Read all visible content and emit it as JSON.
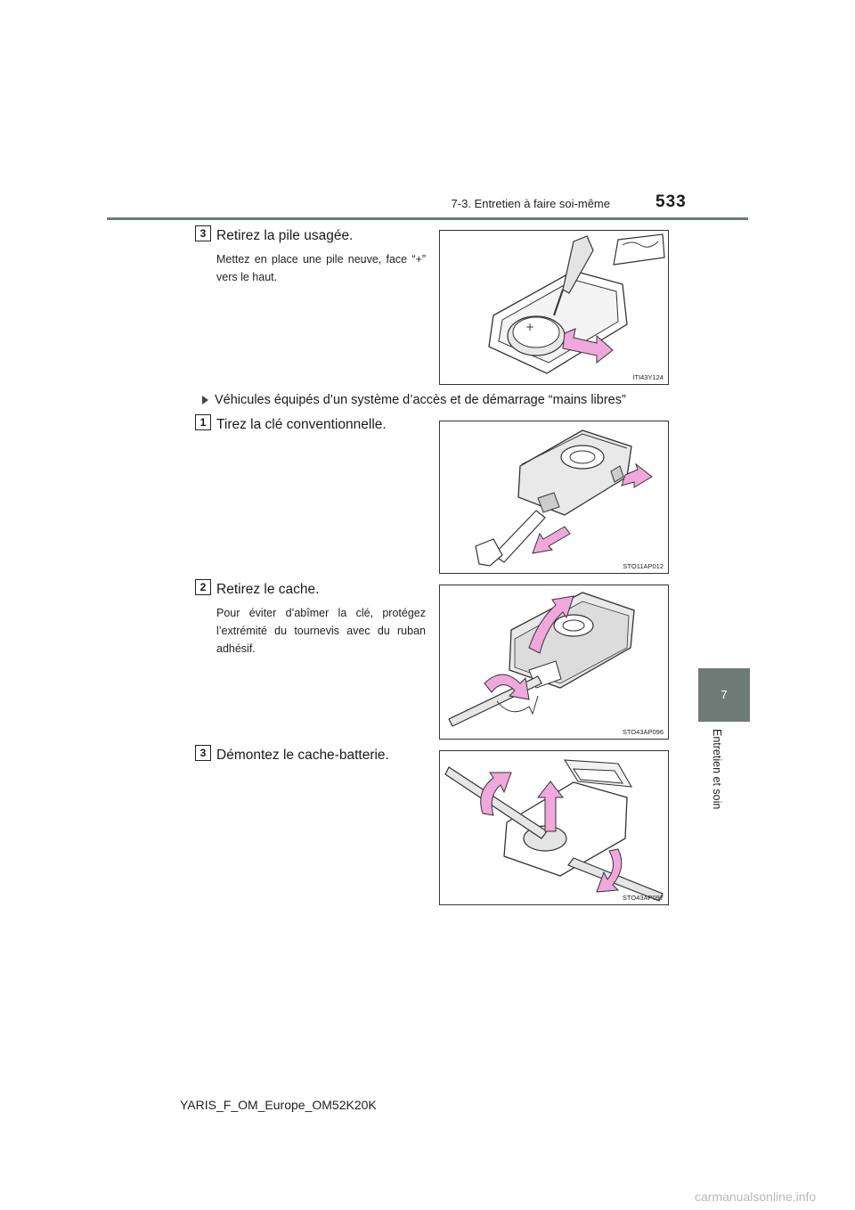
{
  "header": {
    "section": "7-3. Entretien à faire soi-même",
    "page_number": "533"
  },
  "side_tab": {
    "chapter": "7",
    "label": "Entretien et soin"
  },
  "steps": [
    {
      "num": "3",
      "title": "Retirez la pile usagée.",
      "note": "Mettez en place une pile neuve, face “+” vers le haut.",
      "figure_code": "ITI43Y124"
    },
    {
      "num": "1",
      "title": "Tirez la clé conventionnelle.",
      "figure_code": "STO11AP012"
    },
    {
      "num": "2",
      "title": "Retirez le cache.",
      "note": "Pour éviter d’abîmer la clé, protégez l’extrémité du tournevis avec du ruban adhésif.",
      "figure_code": "STO43AP096"
    },
    {
      "num": "3",
      "title": "Démontez le cache-batterie.",
      "figure_code": "STO43AP097"
    }
  ],
  "section_heading": "Véhicules équipés d’un système d’accès et de démarrage “mains libres”",
  "footer": {
    "doc_id": "YARIS_F_OM_Europe_OM52K20K"
  },
  "watermark": "carmanualsonline.info",
  "colors": {
    "accent_grey": "#6f7b77",
    "arrow_pink": "#f0a8dc"
  }
}
